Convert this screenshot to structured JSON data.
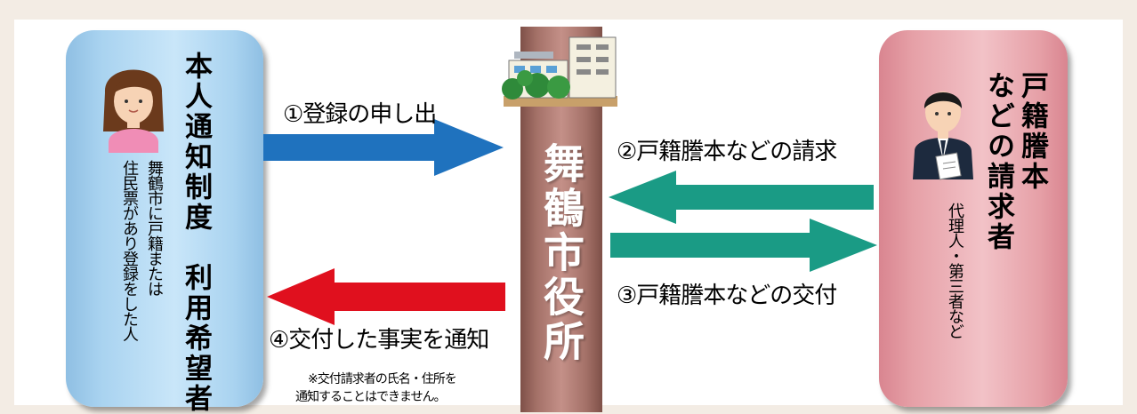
{
  "applicant": {
    "title": "本人通知制度　利用希望者",
    "description": [
      "舞鶴市に戸籍または",
      "住民票があり登録をした人"
    ]
  },
  "city_office": {
    "name": "舞鶴市役所"
  },
  "requester": {
    "title": [
      "戸籍謄本",
      "などの請求者"
    ],
    "description": "代理人・第三者など"
  },
  "steps": [
    {
      "label": "①登録の申し出",
      "direction": "right",
      "color": "#1f72be"
    },
    {
      "label": "②戸籍謄本などの請求",
      "direction": "left",
      "color": "#1a9b85"
    },
    {
      "label": "③戸籍謄本などの交付",
      "direction": "right",
      "color": "#1a9b85"
    },
    {
      "label": "④交付した事実を通知",
      "direction": "left",
      "color": "#e0101e"
    }
  ],
  "note": [
    "※交付請求者の氏名・住所を",
    "通知することはできません。"
  ],
  "colors": {
    "background": "#f3ece4",
    "applicant_card": "#a9d3f0",
    "requester_card": "#e6a0a7",
    "pillar": "#a47168"
  },
  "icons": {
    "applicant": "woman-avatar-icon",
    "requester": "businessman-writing-icon",
    "city_office": "city-hall-building-icon"
  }
}
